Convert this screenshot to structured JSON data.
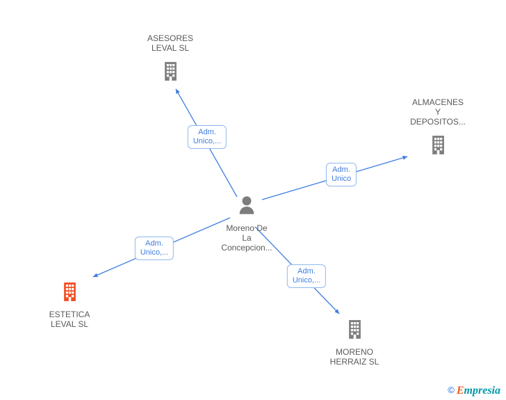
{
  "nodes": {
    "person": {
      "lines": [
        "Moreno De",
        "La",
        "Concepcion..."
      ]
    },
    "asesores": {
      "lines": [
        "ASESORES",
        "LEVAL SL"
      ]
    },
    "almacenes": {
      "lines": [
        "ALMACENES",
        "Y",
        "DEPOSITOS..."
      ]
    },
    "estetica": {
      "lines": [
        "ESTETICA",
        "LEVAL SL"
      ]
    },
    "moreno_herraiz": {
      "lines": [
        "MORENO",
        "HERRAIZ SL"
      ]
    }
  },
  "edges": {
    "to_asesores": {
      "lines": [
        "Adm.",
        "Unico,..."
      ]
    },
    "to_almacenes": {
      "lines": [
        "Adm.",
        "Unico"
      ]
    },
    "to_estetica": {
      "lines": [
        "Adm.",
        "Unico,..."
      ]
    },
    "to_moreno_herraiz": {
      "lines": [
        "Adm.",
        "Unico,..."
      ]
    }
  },
  "watermark": {
    "copyright": "©",
    "brand_first": "E",
    "brand_rest": "mpresia"
  },
  "colors": {
    "edge_blue": "#3f7de0",
    "edge_label_border": "#8fb8ee",
    "node_gray": "#7d7d7d",
    "highlight_orange": "#f04e23",
    "label_text": "#595959",
    "brand_teal": "#0097a7",
    "brand_orange": "#f05a28",
    "copyright_blue": "#1565d8"
  }
}
